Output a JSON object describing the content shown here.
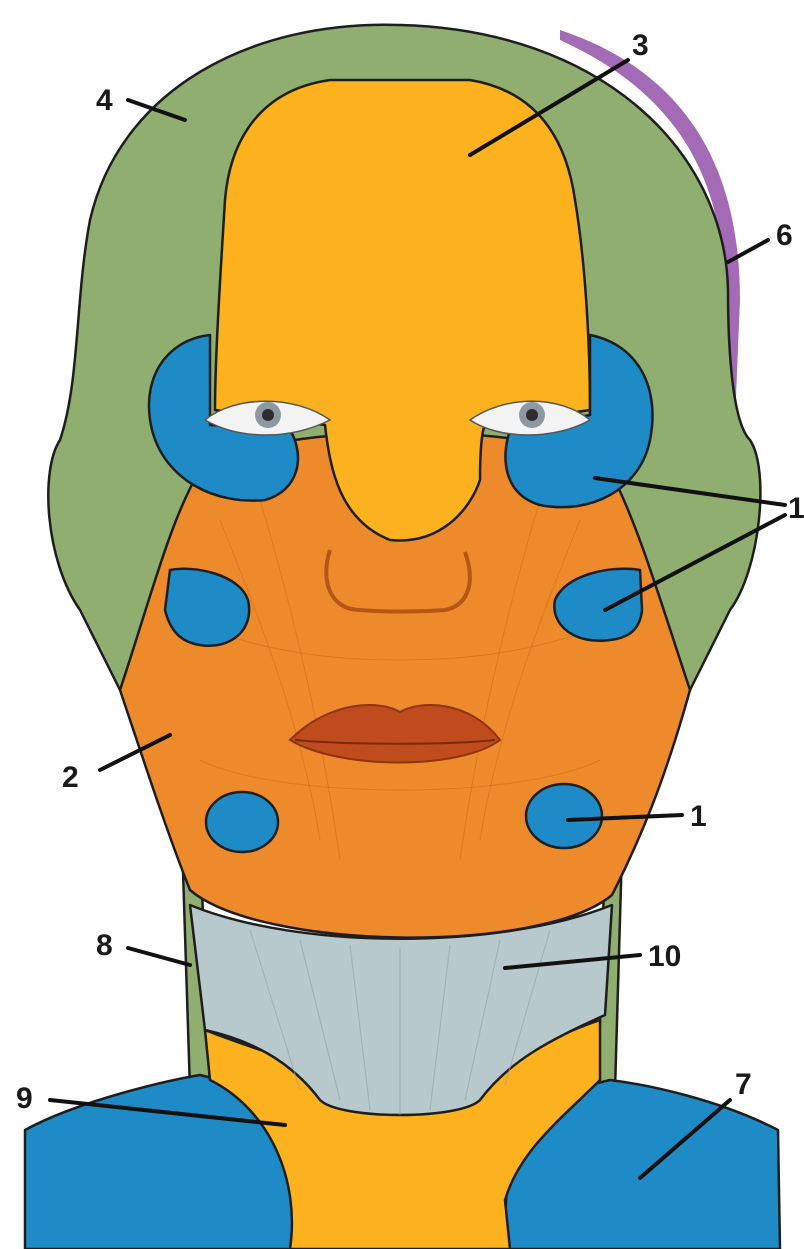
{
  "colors": {
    "scalp_region": "#8fae70",
    "forehead_region": "#fbb21e",
    "face_region": "#ec8a2c",
    "fat_pad_regions": "#1f8bc6",
    "neck_band": "#b7c9cc",
    "edge_strip": "#a36bb5",
    "outline": "#1e1e1e",
    "label_text": "#1a1a1a"
  },
  "callouts": [
    {
      "id": "1",
      "label": "1"
    },
    {
      "id": "1-top",
      "label": "1"
    },
    {
      "id": "2",
      "label": "2"
    },
    {
      "id": "3",
      "label": "3"
    },
    {
      "id": "4",
      "label": "4"
    },
    {
      "id": "6",
      "label": "6"
    },
    {
      "id": "7",
      "label": "7"
    },
    {
      "id": "8",
      "label": "8"
    },
    {
      "id": "9",
      "label": "9"
    },
    {
      "id": "10",
      "label": "10"
    }
  ]
}
